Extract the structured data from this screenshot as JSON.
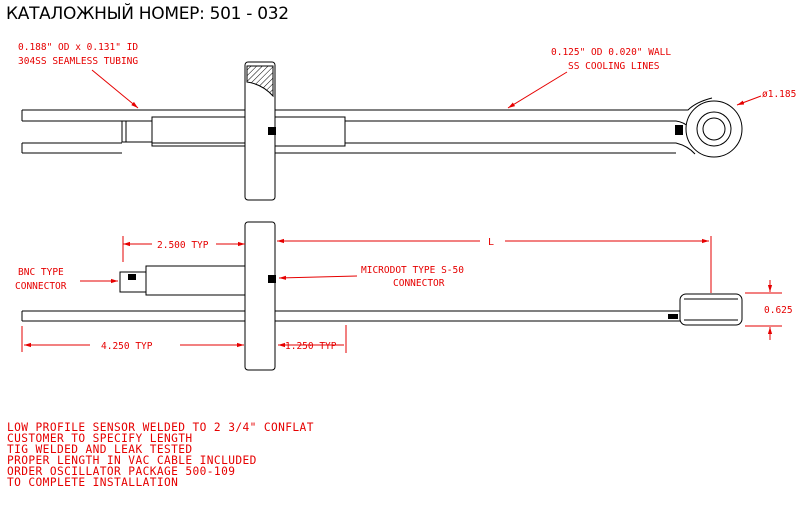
{
  "title": "КАТАЛОЖНЫЙ НОМЕР: 501 - 032",
  "callouts": {
    "tubing_line1": "0.188\" OD x 0.131\" ID",
    "tubing_line2": "304SS SEAMLESS TUBING",
    "cooling_line1": "0.125\" OD 0.020\" WALL",
    "cooling_line2": "SS COOLING LINES",
    "diameter": "ø1.185",
    "bnc_line1": "BNC TYPE",
    "bnc_line2": "CONNECTOR",
    "microdot_line1": "MICRODOT TYPE S-50",
    "microdot_line2": "CONNECTOR"
  },
  "dimensions": {
    "d2500": "2.500 TYP",
    "dL": "L",
    "d4250": "4.250 TYP",
    "d1250": "1.250 TYP",
    "d0625": "0.625"
  },
  "notes": [
    "LOW PROFILE SENSOR WELDED TO 2 3/4\" CONFLAT",
    "CUSTOMER TO SPECIFY LENGTH",
    "TIG WELDED AND LEAK TESTED",
    "PROPER LENGTH IN VAC CABLE INCLUDED",
    "",
    "ORDER OSCILLATOR PACKAGE 500-109",
    "TO COMPLETE INSTALLATION"
  ],
  "colors": {
    "annotation": "#e60000",
    "drawing": "#000000"
  }
}
